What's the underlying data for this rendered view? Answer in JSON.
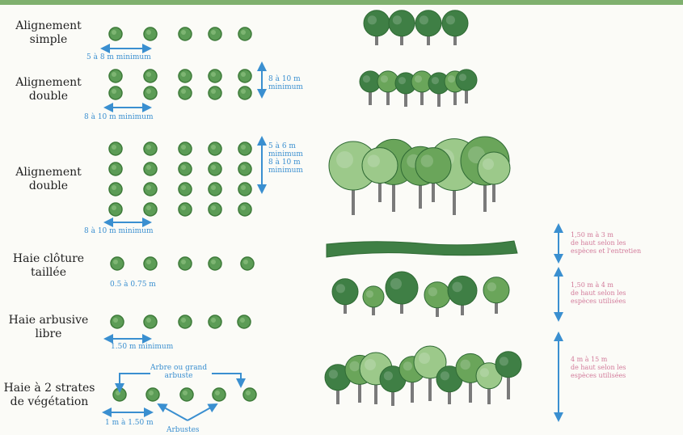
{
  "rows": [
    {
      "label": "Alignement\nsimple",
      "dims": [
        "5 à 8 m minimum"
      ]
    },
    {
      "label": "Alignement\ndouble",
      "dims": [
        "8 à 10 m minimum",
        "8 à 10 m\nminimum"
      ]
    },
    {
      "label": "Alignement\ndouble",
      "dims": [
        "8 à 10 m minimum",
        "5 à 6 m\nminimum\n8 à 10 m\nminimum"
      ]
    },
    {
      "label": "Haie clôture\ntaillée",
      "dims": [
        "0.5 à 0.75 m"
      ]
    },
    {
      "label": "Haie arbusive\nlibre",
      "dims": [
        "1.50 m minimum"
      ]
    },
    {
      "label": "Haie à 2 strates\nde végétation",
      "dims": [
        "1 m à 1.50 m"
      ]
    }
  ],
  "strata_notes": {
    "top": "Arbre ou grand\narbuste",
    "bottom": "Arbustes"
  },
  "heights": [
    "1,50 m à 3 m\nde haut selon les\nespèces et l'entretien",
    "1,50 m à 4 m\nde haut selon les\nespèces utilisées",
    "4 m à 15 m\nde haut selon les\nespèces utilisées"
  ],
  "colors": {
    "dot_fill": "#5c9c56",
    "dot_edge": "#3d7a39",
    "arrow": "#3a8fd0",
    "pink_text": "#d27a9a",
    "tree_dark": "#3f7f45",
    "tree_mid": "#6aa55a",
    "tree_light": "#9cc98a",
    "trunk": "#7a7a7a"
  }
}
